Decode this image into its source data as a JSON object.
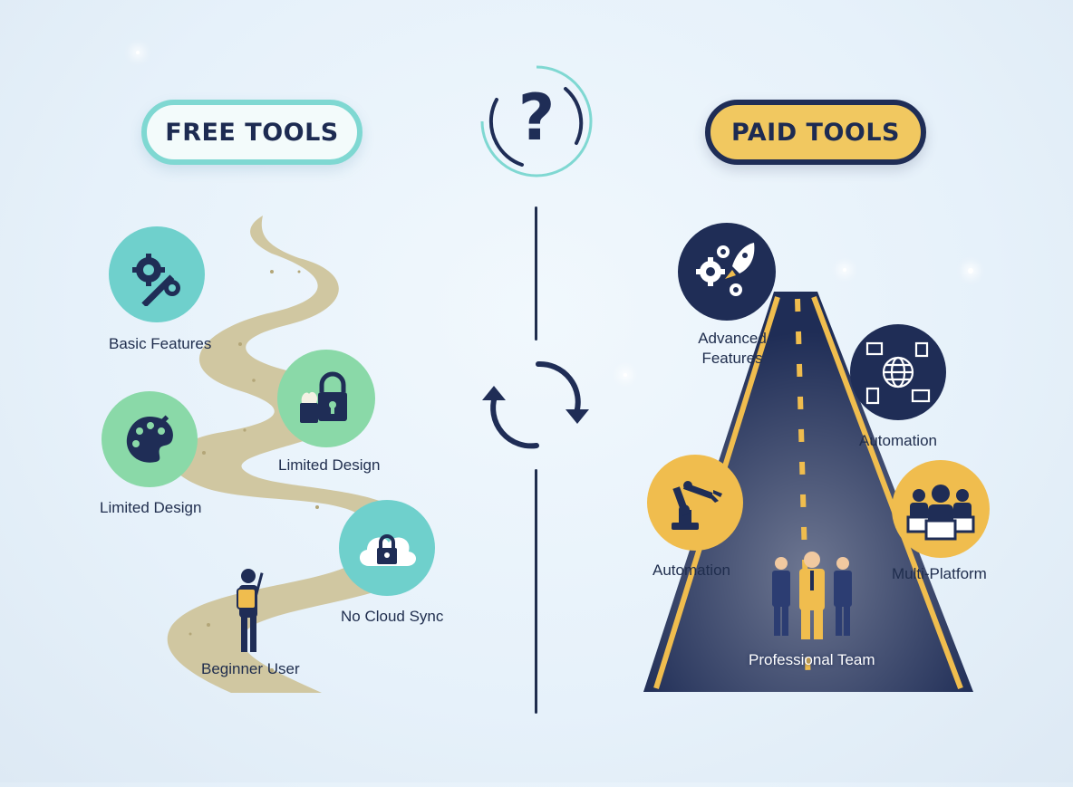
{
  "headers": {
    "free": "FREE TOOLS",
    "paid": "PAID TOOLS"
  },
  "center": {
    "question_glyph": "?"
  },
  "free_side": {
    "items": [
      {
        "label": "Basic Features",
        "icon": "wrench-gears-icon"
      },
      {
        "label": "Limited Design",
        "icon": "paint-lock-icon"
      },
      {
        "label": "Limited Design",
        "icon": "palette-brush-icon"
      },
      {
        "label": "No Cloud Sync",
        "icon": "cloud-lock-icon"
      },
      {
        "label": "Beginner User",
        "icon": "hiker-icon"
      }
    ]
  },
  "paid_side": {
    "items": [
      {
        "label": "Advanced Features",
        "icon": "gears-rocket-icon"
      },
      {
        "label": "Automation",
        "icon": "globe-devices-icon"
      },
      {
        "label": "Automation",
        "icon": "robot-arm-icon"
      },
      {
        "label": "Multi-Platform",
        "icon": "team-screens-icon"
      },
      {
        "label": "Professional Team",
        "icon": "business-team-icon"
      }
    ]
  },
  "colors": {
    "navy": "#1f2d56",
    "teal": "#6fd0cc",
    "mint": "#8ad9a8",
    "gold": "#f0bd4e",
    "path_tan": "#cfc49c"
  }
}
